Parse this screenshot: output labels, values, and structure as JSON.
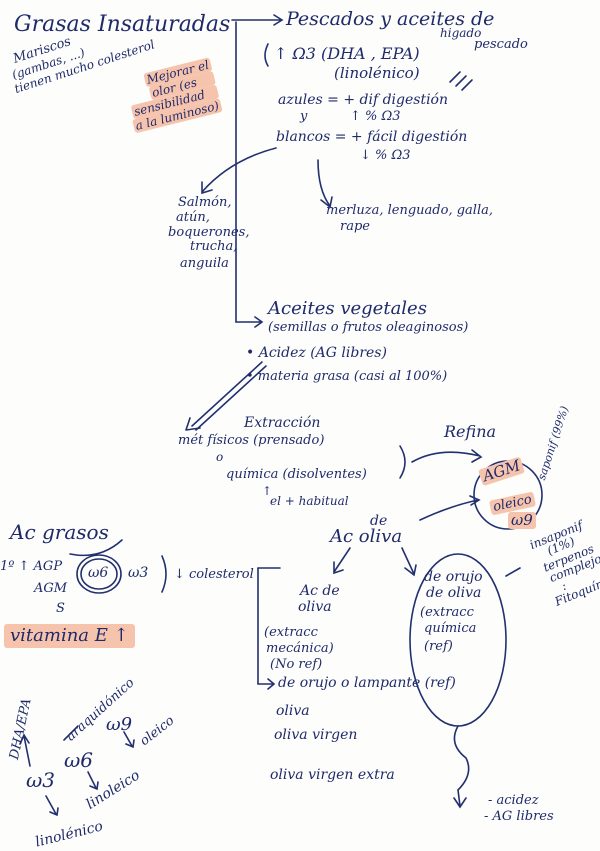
{
  "top": {
    "grasas": "Grasas Insaturadas",
    "pescados": "Pescados y aceites de",
    "higado": "higado",
    "pescado": "pescado"
  },
  "left_notes": {
    "mariscos": "Mariscos",
    "gambas": "(gambas, ...)",
    "tienen": "tienen mucho colesterol"
  },
  "highlight1": {
    "line1": "Mejorar el",
    "line2": "olor (es",
    "line3": "sensibilidad",
    "line4": "a la luminoso)"
  },
  "omega": {
    "line1": "↑ Ω3 (DHA , EPA)",
    "line2": "(linolénico)"
  },
  "azules": {
    "line1": "azules = + dif digestión",
    "line2": "y",
    "line3": "↑ % Ω3"
  },
  "blancos": {
    "line1": "blancos = + fácil digestión",
    "line2": "↓ % Ω3"
  },
  "fish_left": [
    "Salmón,",
    "atún,",
    "boquerones,",
    "trucha,",
    "anguila"
  ],
  "fish_right": {
    "line1": "merluza, lenguado, galla,",
    "line2": "rape"
  },
  "aceites": {
    "title": "Aceites vegetales",
    "sub": "(semillas o frutos oleaginosos)",
    "b1": "• Acidez (AG libres)",
    "b2": "• materia grasa (casi al 100%)"
  },
  "extraccion": {
    "title": "Extracción",
    "l1": "mét físicos (prensado)",
    "l2": "o",
    "l3": "química (disolventes)",
    "l4": "↑",
    "l5": "el + habitual",
    "refina": "Refina"
  },
  "agm_box": {
    "agm": "AGM",
    "saponif": "saponif (99%)",
    "oleico": "oleico",
    "w9": "ω9"
  },
  "ac_grasos": {
    "title": "Ac grasos",
    "agp": "1º ↑ AGP",
    "w6": "ω6",
    "w3": "ω3",
    "agm": "AGM",
    "s": "S",
    "colesterol": "↓ colesterol",
    "vitamina": "vitamina E ↑"
  },
  "ac_oliva": {
    "title1": "de",
    "title2": "Ac oliva",
    "left_title1": "Ac de",
    "left_title2": "oliva",
    "left_l1": "(extracc",
    "left_l2": "mecánica)",
    "left_l3": "(No ref)",
    "right_title1": "de orujo",
    "right_title2": "de oliva",
    "right_l1": "(extracc",
    "right_l2": "química",
    "right_l3": "(ref)",
    "orujo_line": "de orujo o lampante (ref)",
    "oliva": "oliva",
    "virgen": "oliva virgen",
    "extra": "oliva virgen extra",
    "acidez": "- acidez",
    "aglibres": "- AG libres"
  },
  "insaponif": {
    "l1": "insaponif",
    "l2": "(1%)",
    "l3": "terpenos",
    "l4": "complejos",
    "l5": ":",
    "l6": "Fitoquím"
  },
  "bottom": {
    "dha": "DHA/EPA",
    "araquidonico": "araquidónico",
    "w3": "ω3",
    "w6": "ω6",
    "w9": "ω9",
    "oleico": "oleico",
    "linoleico": "linoleico",
    "linolenico": "linolénico"
  }
}
